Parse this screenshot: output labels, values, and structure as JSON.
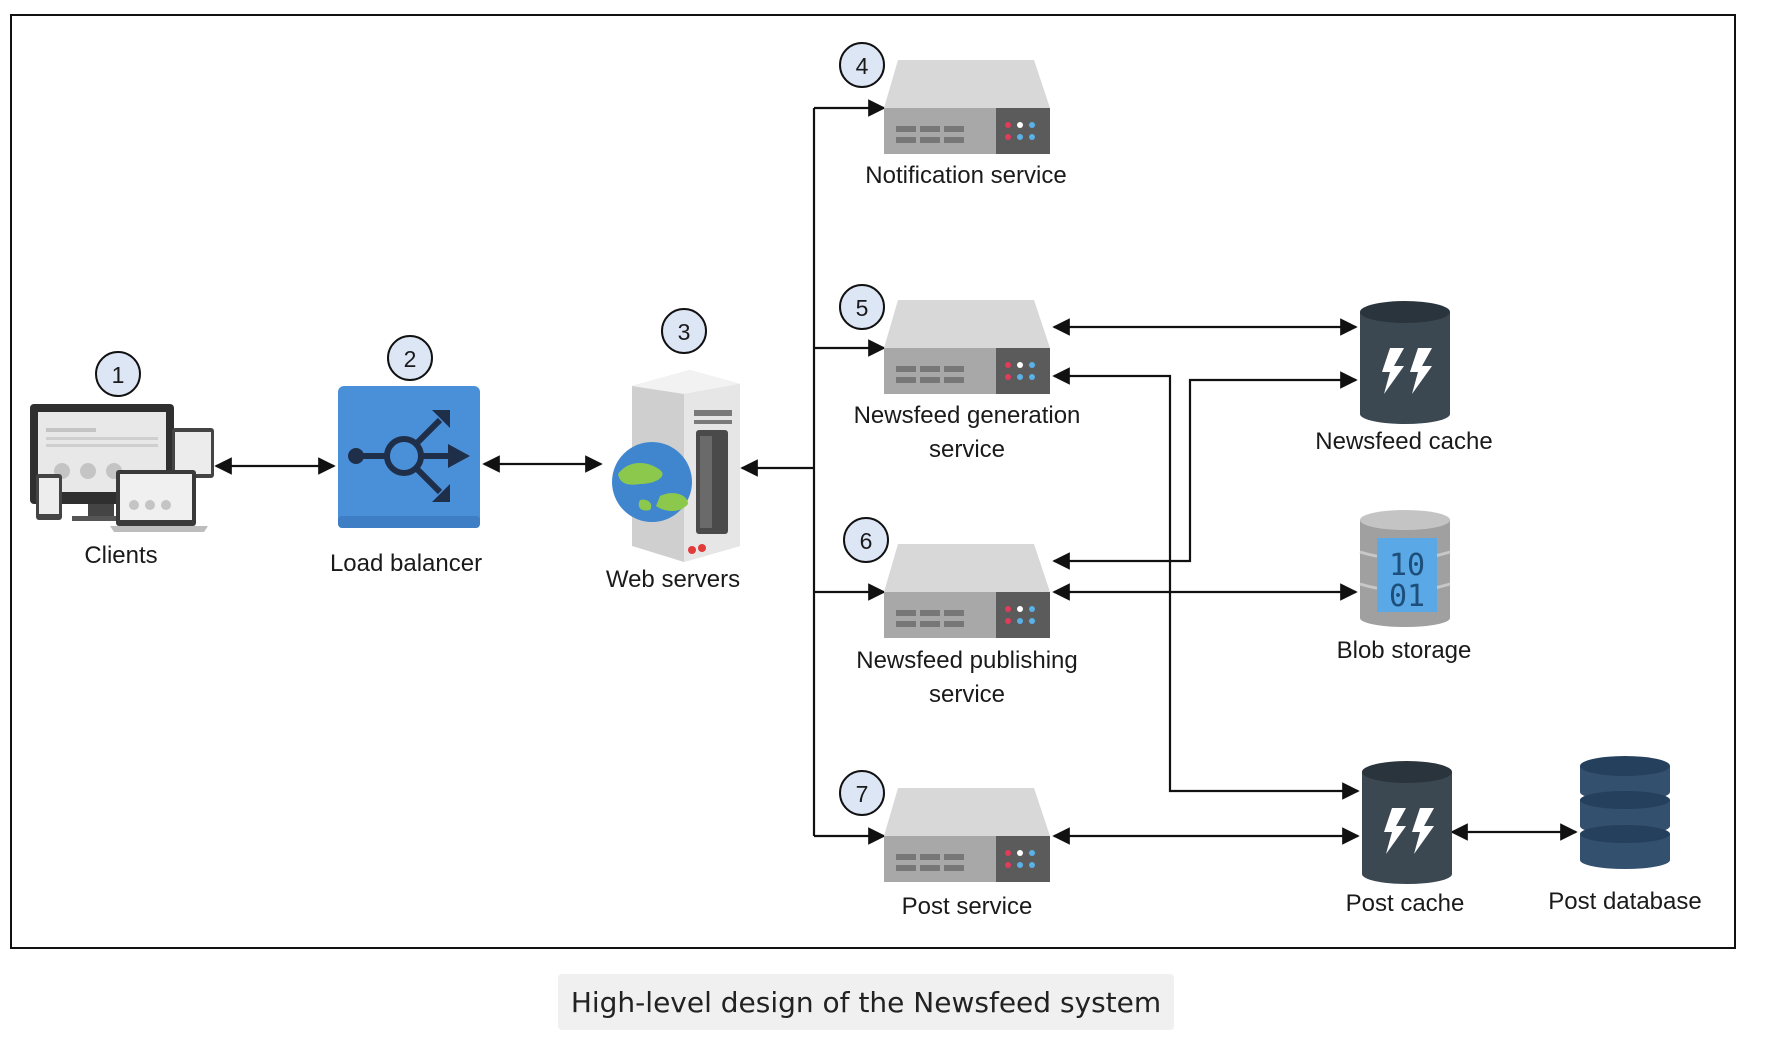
{
  "caption": "High-level design of the Newsfeed system",
  "nodes": {
    "clients": {
      "label": "Clients",
      "step": "1"
    },
    "load_balancer": {
      "label": "Load balancer",
      "step": "2"
    },
    "web_servers": {
      "label": "Web servers",
      "step": "3"
    },
    "notification_service": {
      "label": "Notification service",
      "step": "4"
    },
    "newsfeed_generation": {
      "label_line1": "Newsfeed generation",
      "label_line2": "service",
      "step": "5"
    },
    "newsfeed_publishing": {
      "label_line1": "Newsfeed publishing",
      "label_line2": "service",
      "step": "6"
    },
    "post_service": {
      "label": "Post service",
      "step": "7"
    },
    "newsfeed_cache": {
      "label": "Newsfeed cache"
    },
    "blob_storage": {
      "label": "Blob storage",
      "digits_top": "10",
      "digits_bottom": "01"
    },
    "post_cache": {
      "label": "Post cache"
    },
    "post_database": {
      "label": "Post database"
    }
  },
  "colors": {
    "badge_fill": "#dde6f5",
    "load_balancer_blue": "#4a90d9",
    "server_body": "#bdbdbd",
    "server_front": "#a9a9a9",
    "cache_dark": "#3d4a55",
    "database_navy": "#2f4a6b",
    "caption_bg": "#f0f0f0"
  },
  "icons": {
    "clients": "devices-icon",
    "load_balancer": "load-balancer-icon",
    "web_servers": "web-server-icon",
    "services": "server-rack-icon",
    "caches": "cache-lightning-icon",
    "blob": "blob-storage-icon",
    "database": "database-icon"
  }
}
